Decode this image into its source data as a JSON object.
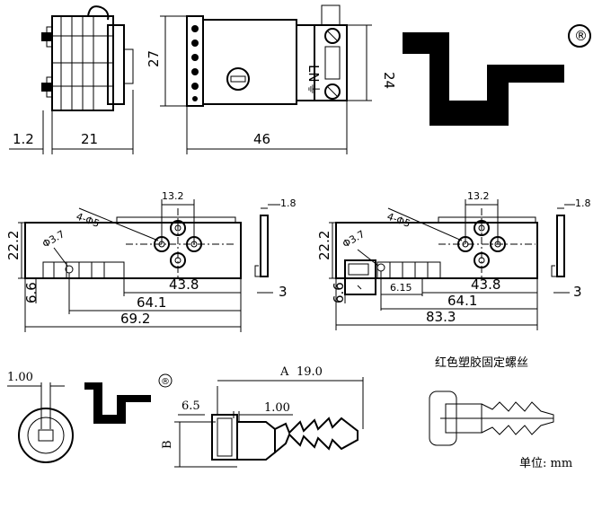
{
  "top": {
    "dim_1_2": "1.2",
    "dim_21": "21",
    "dim_27": "27",
    "dim_46": "46",
    "dim_24": "24",
    "terminal_label": "LN⏚",
    "registered": "®"
  },
  "mid_left": {
    "dim_13_2": "13.2",
    "dim_4_d5": "4-Φ5",
    "dim_3_7": "Φ3.7",
    "dim_22_2": "22.2",
    "dim_6_6": "6.6",
    "dim_43_8": "43.8",
    "dim_64_1": "64.1",
    "dim_69_2": "69.2",
    "dim_1_8": "1.8",
    "dim_3": "3"
  },
  "mid_right": {
    "dim_13_2": "13.2",
    "dim_4_d5": "4-Φ5",
    "dim_3_7": "Φ3.7",
    "dim_22_2": "22.2",
    "dim_6_6": "6.6",
    "dim_6_15": "6.15",
    "dim_43_8": "43.8",
    "dim_64_1": "64.1",
    "dim_83_3": "83.3",
    "dim_1_8": "1.8",
    "dim_3": "3"
  },
  "bottom": {
    "dim_1_00_left": "1.00",
    "dim_A": "A",
    "dim_19_0": "19.0",
    "dim_6_5": "6.5",
    "dim_1_00": "1.00",
    "dim_B": "B",
    "caption": "红色塑胶固定螺丝",
    "unit": "单位: mm",
    "registered": "®"
  }
}
